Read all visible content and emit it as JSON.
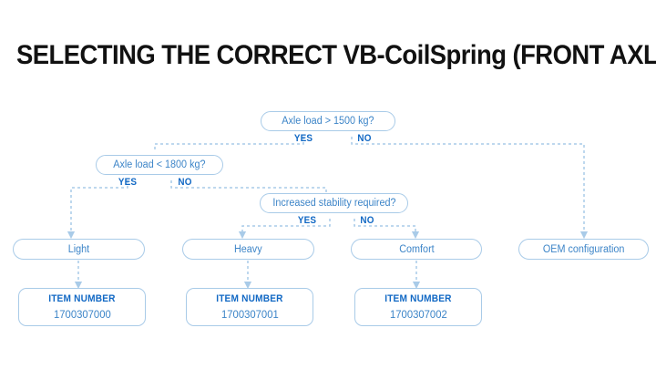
{
  "page": {
    "title": "SELECTING THE CORRECT VB-CoilSpring (FRONT AXLE)",
    "background_color": "#ffffff",
    "title_color": "#111111",
    "line_color": "#a9cbe8",
    "box_text_color": "#3d85c8",
    "label_color": "#1168c4"
  },
  "decisions": [
    {
      "id": "axle-load-1500",
      "question": "Axle load > 1500 kg?",
      "yes_label": "YES",
      "no_label": "NO"
    },
    {
      "id": "axle-load-1800",
      "question": "Axle load < 1800 kg?",
      "yes_label": "YES",
      "no_label": "NO"
    },
    {
      "id": "increased-stability",
      "question": "Increased stability required?",
      "yes_label": "YES",
      "no_label": "NO"
    }
  ],
  "results": [
    {
      "id": "light",
      "label": "Light"
    },
    {
      "id": "heavy",
      "label": "Heavy"
    },
    {
      "id": "comfort",
      "label": "Comfort"
    },
    {
      "id": "oem",
      "label": "OEM configuration"
    }
  ],
  "items": [
    {
      "id": "item-light",
      "title": "ITEM NUMBER",
      "number": "1700307000"
    },
    {
      "id": "item-heavy",
      "title": "ITEM NUMBER",
      "number": "1700307001"
    },
    {
      "id": "item-comfort",
      "title": "ITEM NUMBER",
      "number": "1700307002"
    }
  ]
}
